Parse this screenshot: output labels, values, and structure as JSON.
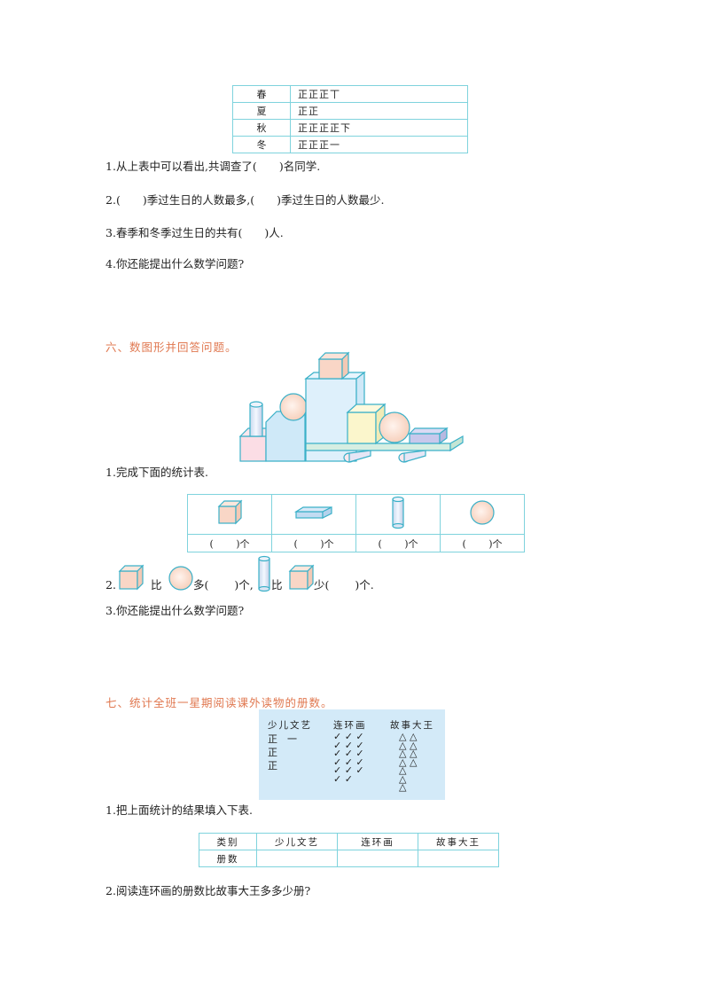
{
  "section5": {
    "tally_table": {
      "rows": [
        {
          "season": "春",
          "marks": "正正正丅"
        },
        {
          "season": "夏",
          "marks": "正正"
        },
        {
          "season": "秋",
          "marks": "正正正正下"
        },
        {
          "season": "冬",
          "marks": "正正正一"
        }
      ]
    },
    "questions": [
      {
        "number": "1.",
        "text_before": "从上表中可以看出,共调查了(",
        "blank": "　　",
        "text_after": ")名同学."
      },
      {
        "number": "2.",
        "text_before": "(",
        "blank": "　　",
        "text_mid": ")季过生日的人数最多,(",
        "blank2": "　　",
        "text_after": ")季过生日的人数最少."
      },
      {
        "number": "3.",
        "text_before": "春季和冬季过生日的共有(",
        "blank": "　　",
        "text_after": ")人."
      },
      {
        "number": "4.",
        "text": "你还能提出什么数学问题?"
      }
    ]
  },
  "section6": {
    "heading": "六、数图形并回答问题。",
    "illustration": "shapes-pile-illustration",
    "q1": {
      "number": "1.",
      "text": "完成下面的统计表."
    },
    "shape_table": {
      "shapes": [
        "cube",
        "cuboid",
        "cylinder",
        "sphere"
      ],
      "count_cells": [
        "(　　 )个",
        "(　　 )个",
        "(　　 )个",
        "(　　 )个"
      ]
    },
    "q2": {
      "number": "2.",
      "part1_word": "比",
      "part1_suffix": "多(　　 )个,",
      "part2_word": "比",
      "part2_suffix": "少(　　 )个."
    },
    "q3": {
      "number": "3.",
      "text": "你还能提出什么数学问题?"
    }
  },
  "section7": {
    "heading": "七、统计全班一星期阅读课外读物的册数。",
    "tally_box": {
      "columns": [
        {
          "title": "少儿文艺",
          "marks": [
            "正　一",
            "正",
            "正"
          ]
        },
        {
          "title": "连环画",
          "marks": [
            "✓ ✓ ✓",
            "✓ ✓ ✓",
            "✓ ✓ ✓",
            "✓ ✓ ✓",
            "✓ ✓ ✓",
            "✓ ✓"
          ]
        },
        {
          "title": "故事大王",
          "marks": [
            "△ △",
            "△ △",
            "△ △",
            "△ △",
            "△",
            "△",
            "△"
          ]
        }
      ]
    },
    "q1": {
      "number": "1.",
      "text": "把上面统计的结果填入下表."
    },
    "book_table": {
      "header": [
        "类别",
        "少儿文艺",
        "连环画",
        "故事大王"
      ],
      "row": [
        "册数",
        "",
        "",
        ""
      ]
    },
    "q2": {
      "number": "2.",
      "text": "阅读连环画的册数比故事大王多多少册?"
    }
  },
  "colors": {
    "table_border": "#7fd3dd",
    "heading": "#e07850",
    "tally_box_bg": "#d3eaf8"
  }
}
